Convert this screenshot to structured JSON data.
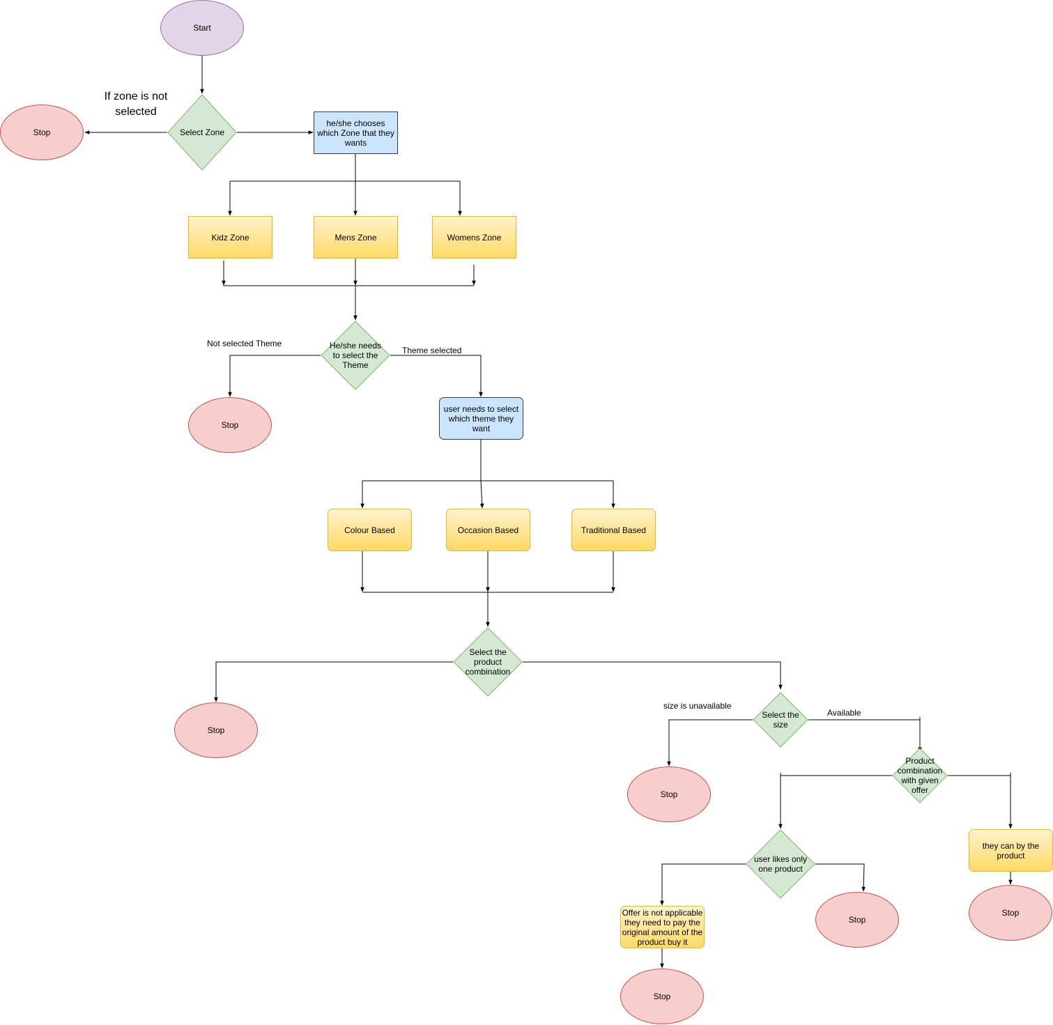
{
  "nodes": {
    "start": "Start",
    "stop_zone": "Stop",
    "select_zone": "Select Zone",
    "choose_zone": "he/she chooses which Zone that they wants",
    "kidz_zone": "Kidz Zone",
    "mens_zone": "Mens Zone",
    "womens_zone": "Womens Zone",
    "select_theme": "He/she needs to select the Theme",
    "stop_theme": "Stop",
    "select_which_theme": "user needs to select which theme they want",
    "colour_based": "Colour Based",
    "occasion_based": "Occasion Based",
    "traditional_based": "Traditional Based",
    "select_combination": "Select the product combination",
    "stop_combination": "Stop",
    "select_size": "Select the size",
    "stop_size": "Stop",
    "product_offer": "Product combination with given offer",
    "likes_one": "user likes only one product",
    "stop_likes": "Stop",
    "buy_product": "they can by the product",
    "stop_buy": "Stop",
    "offer_na": "Offer  is not applicable they need to pay the original amount of the product buy it",
    "stop_offer": "Stop"
  },
  "labels": {
    "zone_not_selected": "If zone is not selected",
    "not_selected_theme": "Not selected Theme",
    "theme_selected": "Theme selected",
    "size_unavailable": "size is unavailable",
    "available": "Available"
  },
  "colors": {
    "start_fill": "#e1d5e7",
    "stop_fill": "#f8cecc",
    "decision_fill": "#d5e8d4",
    "decision_stroke": "#82b366",
    "process_blue": "#cce5ff",
    "process_yellow": "#ffd966"
  }
}
